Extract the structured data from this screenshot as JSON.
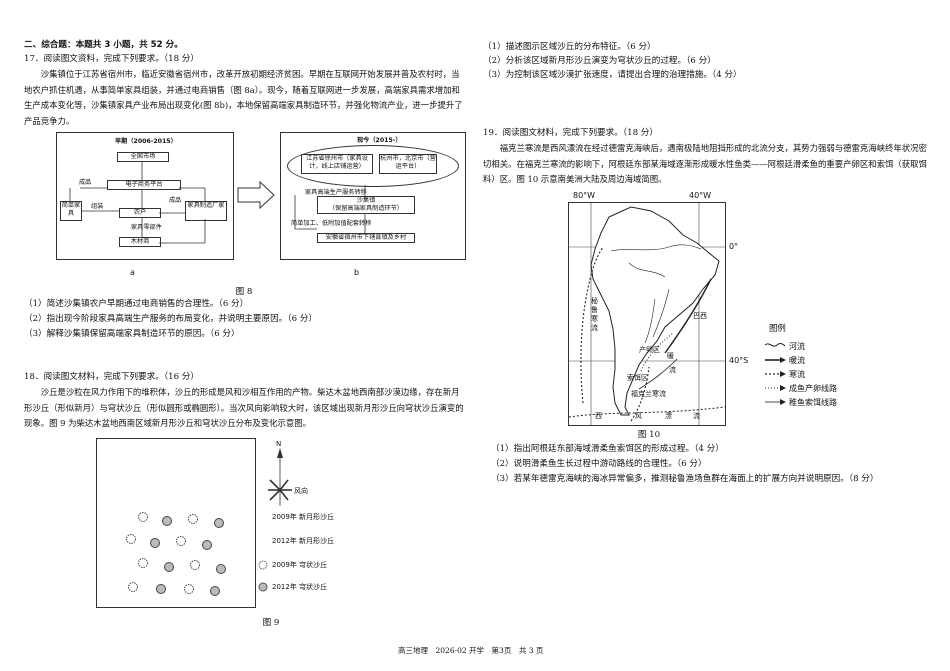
{
  "section_title": "二、综合题：本题共 3 小题，共 52 分。",
  "q17": {
    "header": "17．阅读图文资料，完成下列要求。（18 分）",
    "para": "沙集镇位于江苏省宿州市，临近安徽省宿州市，改革开放初期经济贫困。早期在互联网开始发展并普及农村时，当地农户抓住机遇，从事简单家具组装，并通过电商销售（图 8a）。现今，随着互联网进一步发展，高端家具需求增加和生产成本变化等，沙集镇家具产业布局出现变化(图 8b)，本地保留高端家具制造环节，并强化物流产业，进一步提升了产品竞争力。",
    "fig_a": {
      "title": "早期（2006-2015）",
      "national_market": "全国市场",
      "ecommerce": "电子商务平台",
      "product1": "成品",
      "simple_furniture": "简单家具",
      "assemble": "组装",
      "farmer": "农户",
      "finished": "成品",
      "maker": "家具制造厂家",
      "parts": "家具零部件",
      "timber": "木材商",
      "label": "a"
    },
    "fig_b": {
      "title": "现今（2015-）",
      "city1": "江苏省徐州市（家具设计，线上店铺运营）",
      "city2": "杭州市，北京市（营运平台）",
      "service": "家具高端生产服务转移",
      "center": "沙集镇",
      "center_sub": "（保留高端家具制造环节）",
      "simple": "简单加工、低附加值配套转移",
      "anhui": "安徽省宿州市下辖县镇及乡村",
      "label": "b"
    },
    "fig_caption": "图 8",
    "questions": [
      "（1）简述沙集镇农户早期通过电商销售的合理性。（6 分）",
      "（2）指出现今阶段家具高端生产服务的布局变化，并说明主要原因。（6 分）",
      "（3）解释沙集镇保留高端家具制造环节的原因。（6 分）"
    ]
  },
  "q18": {
    "header": "18．阅读图文材料，完成下列要求。（16 分）",
    "para": "沙丘是沙粒在风力作用下的堆积体，沙丘的形成是风和沙相互作用的产物。柴达木盆地西南部沙漠边缘，存在新月形沙丘（形似新月）与穹状沙丘（形似圆形或椭圆形）。当次风向影响较大时，该区域出现新月形沙丘向穹状沙丘演变的现象。图 9 为柴达木盆地西南区域新月形沙丘和穹状沙丘分布及变化示意图。",
    "north": "N",
    "wind": "风向",
    "legend": [
      "2009年 新月形沙丘",
      "2012年 新月形沙丘",
      "2009年 穹状沙丘",
      "2012年 穹状沙丘"
    ],
    "fig_caption": "图 9",
    "questions": [
      "（1）描述图示区域沙丘的分布特征。（6 分）",
      "（2）分析该区域新月形沙丘演变为穹状沙丘的过程。（6 分）",
      "（3）为控制该区域沙漠扩张速度，请提出合理的治理措施。（4 分）"
    ]
  },
  "q19": {
    "header": "19．阅读图文材料，完成下列要求。（18 分）",
    "para": "福克兰寒流是西风漂流在经过德雷克海峡后，遇南极陆地阻挡形成的北流分支，其势力强弱与德雷克海峡终年状况密切相关。在福克兰寒流的影响下，阿根廷东部某海域逐渐形成暖水性鱼类——阿根廷滑柔鱼的重要产卵区和索饵（获取饵料）区。图 10 示意南美洲大陆及周边海域简图。",
    "map": {
      "lon1": "80°W",
      "lon2": "40°W",
      "lat0": "0°",
      "lat40": "40°S",
      "peru": "秘鲁寒流",
      "brazil": "巴西",
      "spawn": "产卵区",
      "feed": "索饵区",
      "falkland": "福克兰寒流",
      "west": "西",
      "wind": "风",
      "drift": "漂",
      "flow": "流",
      "nuan": "暖",
      "liu": "流"
    },
    "legend_title": "图例",
    "legend": [
      "河流",
      "暖流",
      "寒流",
      "成鱼产卵线路",
      "稚鱼索饵线路"
    ],
    "fig_caption": "图 10",
    "questions": [
      "（1）指出阿根廷东部海域滑柔鱼索饵区的形成过程。（4 分）",
      "（2）说明滑柔鱼生长过程中游动路线的合理性。（6 分）",
      "（3）若某年德雷克海峡的海冰异常偏多，推测秘鲁渔场鱼群在海面上的扩展方向并说明原因。（8 分）"
    ]
  },
  "footer": "高三地理　2026-02 开学　第3页　共 3 页"
}
